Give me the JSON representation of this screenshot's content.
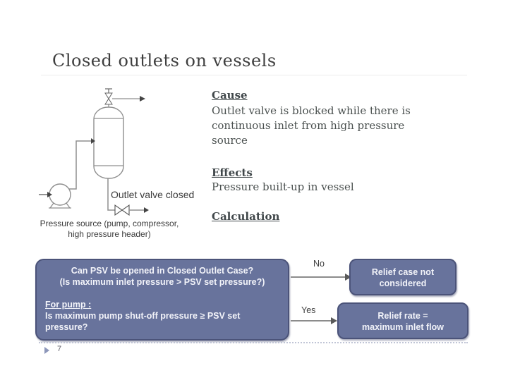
{
  "slide": {
    "title": "Closed outlets on vessels",
    "page_number": "7"
  },
  "diagram": {
    "outlet_valve_label": "Outlet valve closed",
    "caption_lines": [
      "Pressure source (pump, compressor,",
      "high pressure header)"
    ]
  },
  "sections": {
    "cause": {
      "heading": "Cause",
      "lines": [
        "Outlet valve is blocked while there is",
        "continuous inlet from high pressure",
        "source"
      ]
    },
    "effects": {
      "heading": "Effects",
      "lines": [
        "Pressure built-up in vessel"
      ]
    },
    "calculation": {
      "heading": "Calculation"
    }
  },
  "flowchart": {
    "main_box": {
      "line1": "Can PSV be opened in Closed Outlet Case?",
      "line2": "(Is maximum inlet pressure > PSV set pressure?)",
      "pump_heading": "For pump :",
      "pump_line1": "Is maximum pump shut-off pressure ≥ PSV set",
      "pump_line2": "pressure?"
    },
    "no_label": "No",
    "yes_label": "Yes",
    "no_box": {
      "line1": "Relief case not",
      "line2": "considered"
    },
    "yes_box": {
      "line1": "Relief rate =",
      "line2": "maximum inlet flow"
    },
    "colors": {
      "box_fill": "#68739c",
      "box_border": "#4b5379",
      "box_text": "#f2f3f9",
      "arrow": "#666666"
    }
  }
}
